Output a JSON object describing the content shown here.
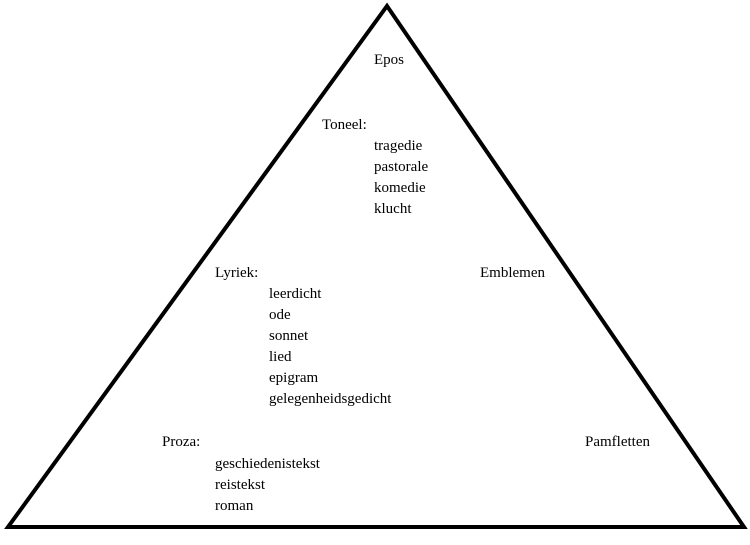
{
  "diagram": {
    "epos": "Epos",
    "toneel": {
      "heading": "Toneel:",
      "items": [
        "tragedie",
        "pastorale",
        "komedie",
        "klucht"
      ]
    },
    "lyriek": {
      "heading": "Lyriek:",
      "items": [
        "leerdicht",
        "ode",
        "sonnet",
        "lied",
        "epigram",
        "gelegenheidsgedicht"
      ]
    },
    "emblemen": "Emblemen",
    "proza": {
      "heading": "Proza:",
      "items": [
        "geschiedenistekst",
        "reistekst",
        "roman"
      ]
    },
    "pamfletten": "Pamfletten"
  }
}
